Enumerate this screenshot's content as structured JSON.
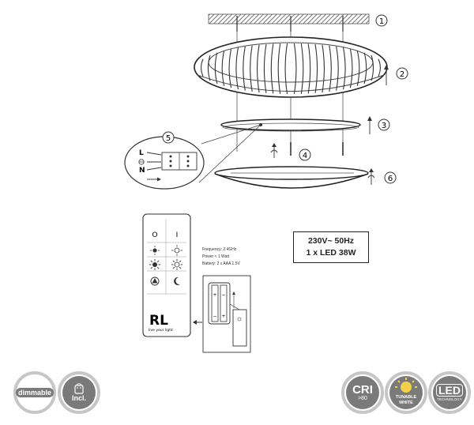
{
  "step_labels": [
    "1",
    "2",
    "3",
    "4",
    "5",
    "6"
  ],
  "wiring": {
    "line": "L",
    "neutral": "N"
  },
  "spec": {
    "voltage": "230V~ 50Hz",
    "led": "1 x LED 38W"
  },
  "remote": {
    "buttons": [
      "O",
      "I"
    ],
    "info": [
      "Frequency:  2.4GHz",
      "Power < 1 Watt",
      "Battery: 2 x AAA 1.5V"
    ],
    "brand": "RL",
    "slogan": "live your light"
  },
  "badges": {
    "dimmable": "dimmable",
    "remote_incl": "Incl.",
    "cri_main": "CRI",
    "cri_sub": ">80",
    "tunable_line1": "TUNABLE",
    "tunable_line2": "WHITE",
    "led_main": "LED",
    "led_sub": "TECHNOLOGY"
  },
  "colors": {
    "badge_gray": "#7a7a7a",
    "badge_ring": "#c6c6c6",
    "tunable_yellow": "#f3cf4a",
    "ceiling_hatch": "#888888"
  }
}
